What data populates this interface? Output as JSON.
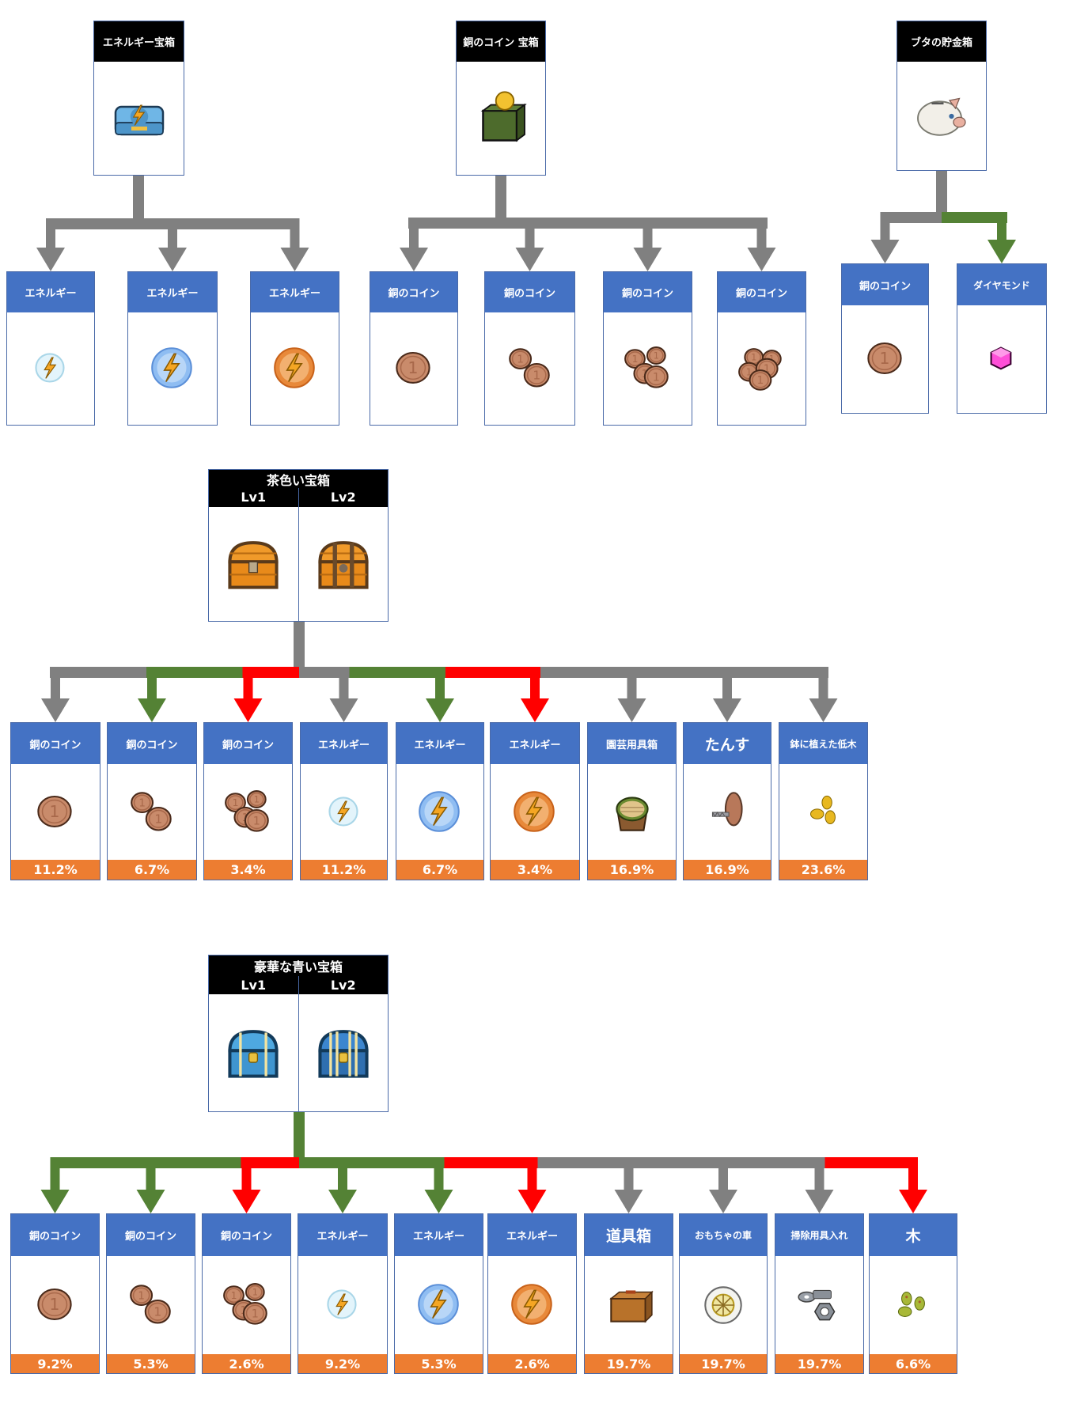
{
  "colors": {
    "gray": "#808080",
    "green": "#548235",
    "red": "#ff0000",
    "item_header": "#4472c4",
    "percent_bar": "#ed7d31",
    "chest_header": "#000000"
  },
  "groups": [
    {
      "id": "energy-chest",
      "chest": {
        "title": "エネルギー宝箱",
        "icon": "energy-chest-icon"
      },
      "trunk_color": "gray",
      "items": [
        {
          "label": "エネルギー",
          "icon": "energy-orb-small-icon",
          "color": "gray"
        },
        {
          "label": "エネルギー",
          "icon": "energy-orb-medium-icon",
          "color": "gray"
        },
        {
          "label": "エネルギー",
          "icon": "energy-orb-large-icon",
          "color": "gray"
        }
      ]
    },
    {
      "id": "copper-coin-chest",
      "chest": {
        "title": "銅のコイン 宝箱",
        "icon": "coin-box-icon"
      },
      "trunk_color": "gray",
      "items": [
        {
          "label": "銅のコイン",
          "icon": "copper-coin-1-icon",
          "color": "gray"
        },
        {
          "label": "銅のコイン",
          "icon": "copper-coin-2-icon",
          "color": "gray"
        },
        {
          "label": "銅のコイン",
          "icon": "copper-coin-3-icon",
          "color": "gray"
        },
        {
          "label": "銅のコイン",
          "icon": "copper-coin-pile-icon",
          "color": "gray"
        }
      ]
    },
    {
      "id": "piggy-bank",
      "chest": {
        "title": "ブタの貯金箱",
        "icon": "piggy-bank-icon"
      },
      "trunk_color": "gray",
      "items": [
        {
          "label": "銅のコイン",
          "icon": "copper-coin-1-icon",
          "color": "gray"
        },
        {
          "label": "ダイヤモンド",
          "icon": "diamond-icon",
          "color": "green"
        }
      ]
    },
    {
      "id": "brown-chest",
      "chest": {
        "title": "茶色い宝箱",
        "levels": [
          "Lv1",
          "Lv2"
        ],
        "icons": [
          "brown-chest-lv1-icon",
          "brown-chest-lv2-icon"
        ]
      },
      "trunk_color": "gray",
      "items": [
        {
          "label": "銅のコイン",
          "icon": "copper-coin-1-icon",
          "color": "gray",
          "percent": "11.2%"
        },
        {
          "label": "銅のコイン",
          "icon": "copper-coin-2-icon",
          "color": "green",
          "percent": "6.7%"
        },
        {
          "label": "銅のコイン",
          "icon": "copper-coin-3-icon",
          "color": "red",
          "percent": "3.4%"
        },
        {
          "label": "エネルギー",
          "icon": "energy-orb-small-icon",
          "color": "gray",
          "percent": "11.2%"
        },
        {
          "label": "エネルギー",
          "icon": "energy-orb-medium-icon",
          "color": "green",
          "percent": "6.7%"
        },
        {
          "label": "エネルギー",
          "icon": "energy-orb-large-icon",
          "color": "red",
          "percent": "3.4%"
        },
        {
          "label": "園芸用具箱",
          "icon": "garden-tool-box-icon",
          "color": "gray",
          "percent": "16.9%"
        },
        {
          "label": "たんす",
          "icon": "drawer-knob-icon",
          "color": "gray",
          "percent": "16.9%",
          "big": true
        },
        {
          "label": "鉢に植えた低木",
          "icon": "seeds-icon",
          "color": "gray",
          "percent": "23.6%"
        }
      ]
    },
    {
      "id": "luxury-blue-chest",
      "chest": {
        "title": "豪華な青い宝箱",
        "levels": [
          "Lv1",
          "Lv2"
        ],
        "icons": [
          "blue-chest-lv1-icon",
          "blue-chest-lv2-icon"
        ]
      },
      "trunk_color": "green",
      "items": [
        {
          "label": "銅のコイン",
          "icon": "copper-coin-1-icon",
          "color": "green",
          "percent": "9.2%"
        },
        {
          "label": "銅のコイン",
          "icon": "copper-coin-2-icon",
          "color": "green",
          "percent": "5.3%"
        },
        {
          "label": "銅のコイン",
          "icon": "copper-coin-3-icon",
          "color": "red",
          "percent": "2.6%"
        },
        {
          "label": "エネルギー",
          "icon": "energy-orb-small-icon",
          "color": "green",
          "percent": "9.2%"
        },
        {
          "label": "エネルギー",
          "icon": "energy-orb-medium-icon",
          "color": "green",
          "percent": "5.3%"
        },
        {
          "label": "エネルギー",
          "icon": "energy-orb-large-icon",
          "color": "red",
          "percent": "2.6%"
        },
        {
          "label": "道具箱",
          "icon": "toolbox-icon",
          "color": "gray",
          "percent": "19.7%",
          "big": true
        },
        {
          "label": "おもちゃの車",
          "icon": "toy-car-wheel-icon",
          "color": "gray",
          "percent": "19.7%"
        },
        {
          "label": "掃除用具入れ",
          "icon": "nuts-bolts-icon",
          "color": "gray",
          "percent": "19.7%"
        },
        {
          "label": "木",
          "icon": "tree-seeds-icon",
          "color": "red",
          "percent": "6.6%",
          "big": true
        }
      ]
    }
  ]
}
